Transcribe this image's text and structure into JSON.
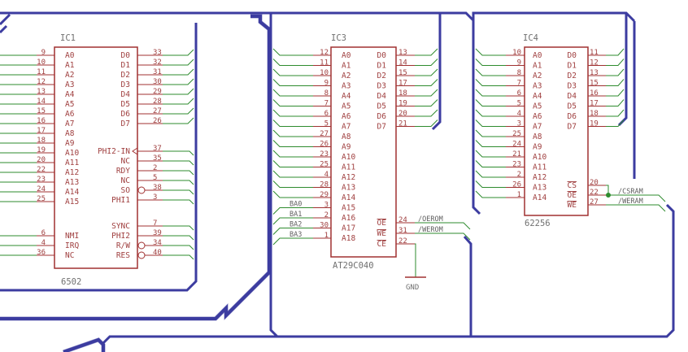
{
  "ic1": {
    "name": "IC1",
    "type": "6502",
    "left_pins": [
      {
        "num": "9",
        "label": "A0"
      },
      {
        "num": "10",
        "label": "A1"
      },
      {
        "num": "11",
        "label": "A2"
      },
      {
        "num": "12",
        "label": "A3"
      },
      {
        "num": "13",
        "label": "A4"
      },
      {
        "num": "14",
        "label": "A5"
      },
      {
        "num": "15",
        "label": "A6"
      },
      {
        "num": "16",
        "label": "A7"
      },
      {
        "num": "17",
        "label": "A8"
      },
      {
        "num": "18",
        "label": "A9"
      },
      {
        "num": "19",
        "label": "A10"
      },
      {
        "num": "20",
        "label": "A11"
      },
      {
        "num": "22",
        "label": "A12"
      },
      {
        "num": "23",
        "label": "A13"
      },
      {
        "num": "24",
        "label": "A14"
      },
      {
        "num": "25",
        "label": "A15"
      },
      {
        "num": "",
        "label": ""
      },
      {
        "num": "6",
        "label": "NMI"
      },
      {
        "num": "4",
        "label": "IRQ"
      },
      {
        "num": "36",
        "label": "NC"
      }
    ],
    "right_pins": [
      {
        "num": "33",
        "label": "D0"
      },
      {
        "num": "32",
        "label": "D1"
      },
      {
        "num": "31",
        "label": "D2"
      },
      {
        "num": "30",
        "label": "D3"
      },
      {
        "num": "29",
        "label": "D4"
      },
      {
        "num": "28",
        "label": "D5"
      },
      {
        "num": "27",
        "label": "D6"
      },
      {
        "num": "26",
        "label": "D7"
      },
      {
        "num": "",
        "label": ""
      },
      {
        "num": "37",
        "label": "PHI2-IN"
      },
      {
        "num": "35",
        "label": "NC"
      },
      {
        "num": "2",
        "label": "RDY"
      },
      {
        "num": "5",
        "label": "NC"
      },
      {
        "num": "38",
        "label": "SO"
      },
      {
        "num": "3",
        "label": "PHI1"
      },
      {
        "num": "",
        "label": ""
      },
      {
        "num": "7",
        "label": "SYNC"
      },
      {
        "num": "39",
        "label": "PHI2"
      },
      {
        "num": "34",
        "label": "R/W"
      },
      {
        "num": "40",
        "label": "RES"
      }
    ]
  },
  "ic3": {
    "name": "IC3",
    "type": "AT29C040",
    "left_pins": [
      {
        "num": "12",
        "label": "A0"
      },
      {
        "num": "11",
        "label": "A1"
      },
      {
        "num": "10",
        "label": "A2"
      },
      {
        "num": "9",
        "label": "A3"
      },
      {
        "num": "8",
        "label": "A4"
      },
      {
        "num": "7",
        "label": "A5"
      },
      {
        "num": "6",
        "label": "A6"
      },
      {
        "num": "5",
        "label": "A7"
      },
      {
        "num": "27",
        "label": "A8"
      },
      {
        "num": "26",
        "label": "A9"
      },
      {
        "num": "23",
        "label": "A10"
      },
      {
        "num": "25",
        "label": "A11"
      },
      {
        "num": "4",
        "label": "A12"
      },
      {
        "num": "28",
        "label": "A13"
      },
      {
        "num": "29",
        "label": "A14"
      },
      {
        "num": "3",
        "label": "A15"
      },
      {
        "num": "2",
        "label": "A16"
      },
      {
        "num": "30",
        "label": "A17"
      },
      {
        "num": "1",
        "label": "A18"
      }
    ],
    "right_pins": [
      {
        "num": "13",
        "label": "D0"
      },
      {
        "num": "14",
        "label": "D1"
      },
      {
        "num": "15",
        "label": "D2"
      },
      {
        "num": "17",
        "label": "D3"
      },
      {
        "num": "18",
        "label": "D4"
      },
      {
        "num": "19",
        "label": "D5"
      },
      {
        "num": "20",
        "label": "D6"
      },
      {
        "num": "21",
        "label": "D7"
      }
    ],
    "control_pins": [
      {
        "num": "24",
        "label": "OE",
        "net": "/OEROM"
      },
      {
        "num": "31",
        "label": "WE",
        "net": "/WEROM"
      },
      {
        "num": "22",
        "label": "CE",
        "net": ""
      }
    ],
    "bank_nets": [
      "BA0",
      "BA1",
      "BA2",
      "BA3"
    ],
    "ground_label": "GND"
  },
  "ic4": {
    "name": "IC4",
    "type": "62256",
    "left_pins": [
      {
        "num": "10",
        "label": "A0"
      },
      {
        "num": "9",
        "label": "A1"
      },
      {
        "num": "8",
        "label": "A2"
      },
      {
        "num": "7",
        "label": "A3"
      },
      {
        "num": "6",
        "label": "A4"
      },
      {
        "num": "5",
        "label": "A5"
      },
      {
        "num": "4",
        "label": "A6"
      },
      {
        "num": "3",
        "label": "A7"
      },
      {
        "num": "25",
        "label": "A8"
      },
      {
        "num": "24",
        "label": "A9"
      },
      {
        "num": "21",
        "label": "A10"
      },
      {
        "num": "23",
        "label": "A11"
      },
      {
        "num": "2",
        "label": "A12"
      },
      {
        "num": "26",
        "label": "A13"
      },
      {
        "num": "1",
        "label": "A14"
      }
    ],
    "right_pins": [
      {
        "num": "11",
        "label": "D0"
      },
      {
        "num": "12",
        "label": "D1"
      },
      {
        "num": "13",
        "label": "D2"
      },
      {
        "num": "15",
        "label": "D3"
      },
      {
        "num": "16",
        "label": "D4"
      },
      {
        "num": "17",
        "label": "D5"
      },
      {
        "num": "18",
        "label": "D6"
      },
      {
        "num": "19",
        "label": "D7"
      }
    ],
    "control_pins": [
      {
        "num": "20",
        "label": "CS",
        "net": ""
      },
      {
        "num": "22",
        "label": "OE",
        "net": "/CSRAM"
      },
      {
        "num": "27",
        "label": "WE",
        "net": "/WERAM"
      }
    ]
  },
  "colors": {
    "bus": "#3c3ca0",
    "wire": "#2e8b2e",
    "chip": "#a03030",
    "text": "#707070"
  }
}
